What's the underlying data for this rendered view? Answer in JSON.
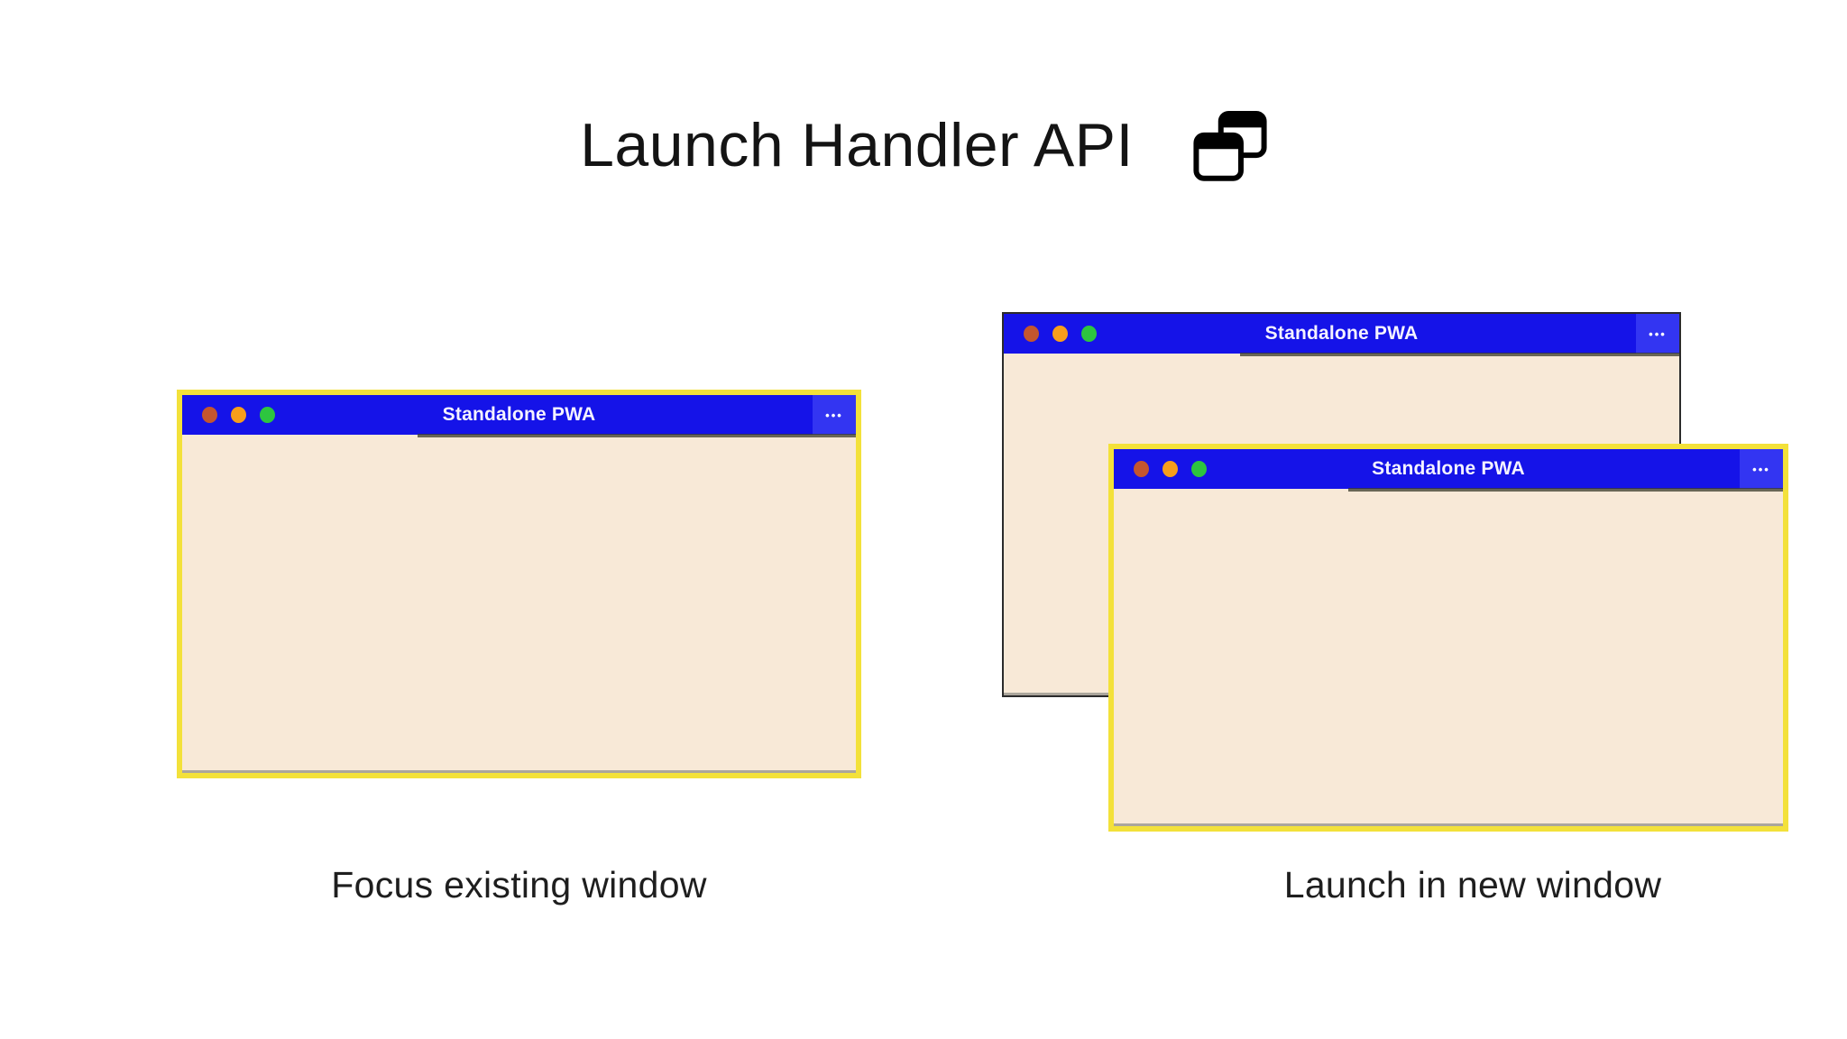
{
  "header": {
    "title": "Launch Handler API",
    "icon": "overlapping-windows-icon"
  },
  "left_panel": {
    "caption": "Focus existing window",
    "window": {
      "title": "Standalone PWA",
      "menu_label": "•••",
      "highlight": "yellow"
    }
  },
  "right_panel": {
    "caption": "Launch in new window",
    "back_window": {
      "title": "Standalone PWA",
      "menu_label": "•••",
      "highlight": "none"
    },
    "front_window": {
      "title": "Standalone PWA",
      "menu_label": "•••",
      "highlight": "yellow"
    }
  },
  "colors": {
    "titlebar_blue": "#1513e8",
    "menu_button_blue": "#3335f2",
    "window_body": "#f8e9d7",
    "highlight_yellow": "#f3e13a",
    "dot_red": "#c4562e",
    "dot_orange": "#f79e1b",
    "dot_green": "#2dc53f",
    "back_window_border": "#2b2b2b",
    "text_dark": "#141414"
  }
}
